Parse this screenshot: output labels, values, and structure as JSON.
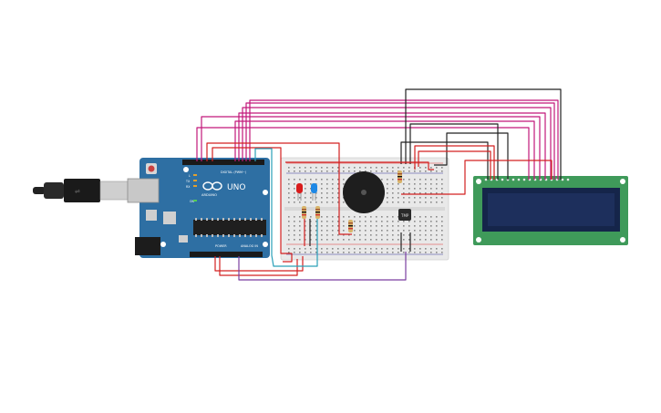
{
  "arduino": {
    "logo_text": "UNO",
    "brand_text": "ARDUINO",
    "digital_label": "DIGITAL (PWM~)",
    "power_label": "POWER",
    "analog_label": "ANALOG IN",
    "tx_label": "TX",
    "rx_label": "RX",
    "l_label": "L",
    "on_label": "ON"
  },
  "components": {
    "temp_sensor_label": "TMP",
    "led_colors": [
      "#d81b1b",
      "#1e88e5"
    ]
  },
  "colors": {
    "board_blue": "#2e6fa3",
    "lcd_green": "#3f9a5a",
    "lcd_screen": "#1d2f5c",
    "wire_magenta": "#c2187a",
    "wire_red": "#d32020",
    "wire_black": "#222222",
    "wire_cyan": "#2aa0b8",
    "wire_purple": "#7b3fa0"
  }
}
